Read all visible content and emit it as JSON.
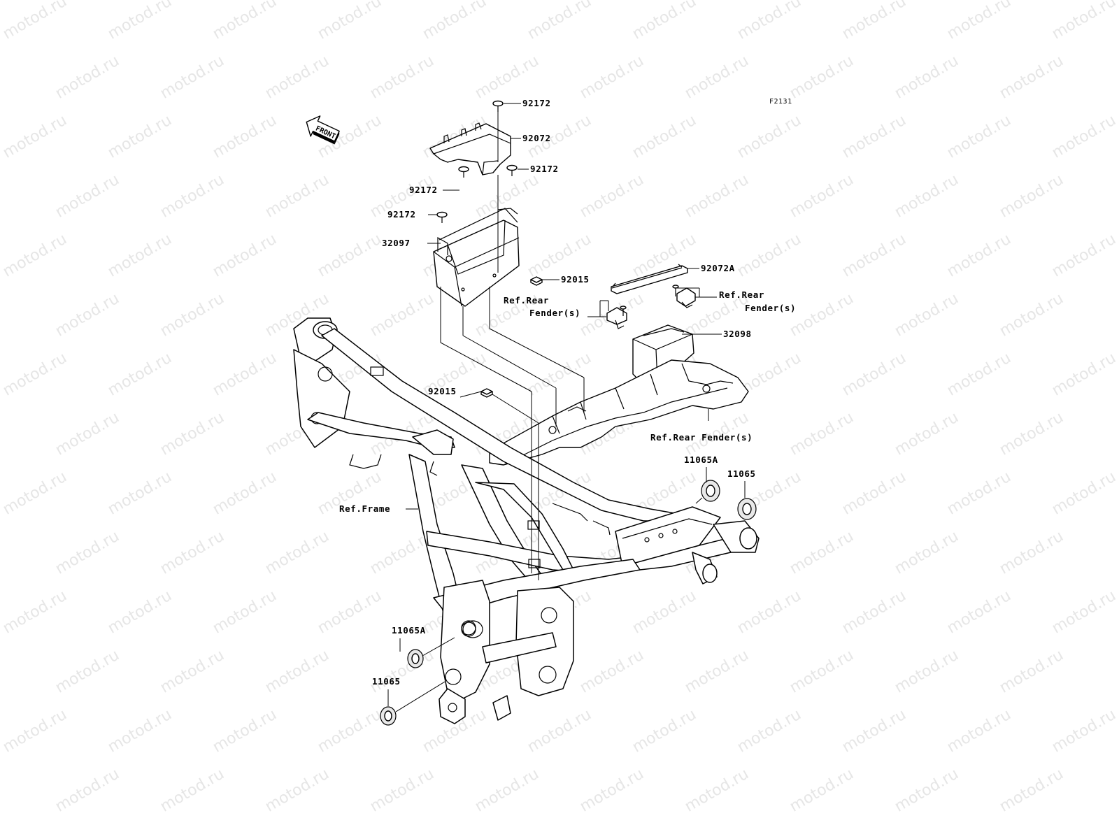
{
  "watermark": "motod.ru",
  "diagram_code": "F2131",
  "front_arrow_label": "FRONT",
  "parts": {
    "p92172_top": "92172",
    "p92072": "92072",
    "p92172_left": "92172",
    "p92172_right": "92172",
    "p92172_far_left": "92172",
    "p32097": "32097",
    "p92015_box": "92015",
    "p92072A": "92072A",
    "p32098": "32098",
    "p92015_frame": "92015",
    "p11065A_right": "11065A",
    "p11065_right": "11065",
    "p11065A_left": "11065A",
    "p11065_left": "11065"
  },
  "references": {
    "rear_fender_left_1": "Ref.Rear",
    "rear_fender_left_2": "Fender(s)",
    "rear_fender_right_1": "Ref.Rear",
    "rear_fender_right_2": "Fender(s)",
    "rear_fender_bottom": "Ref.Rear Fender(s)",
    "frame": "Ref.Frame"
  }
}
